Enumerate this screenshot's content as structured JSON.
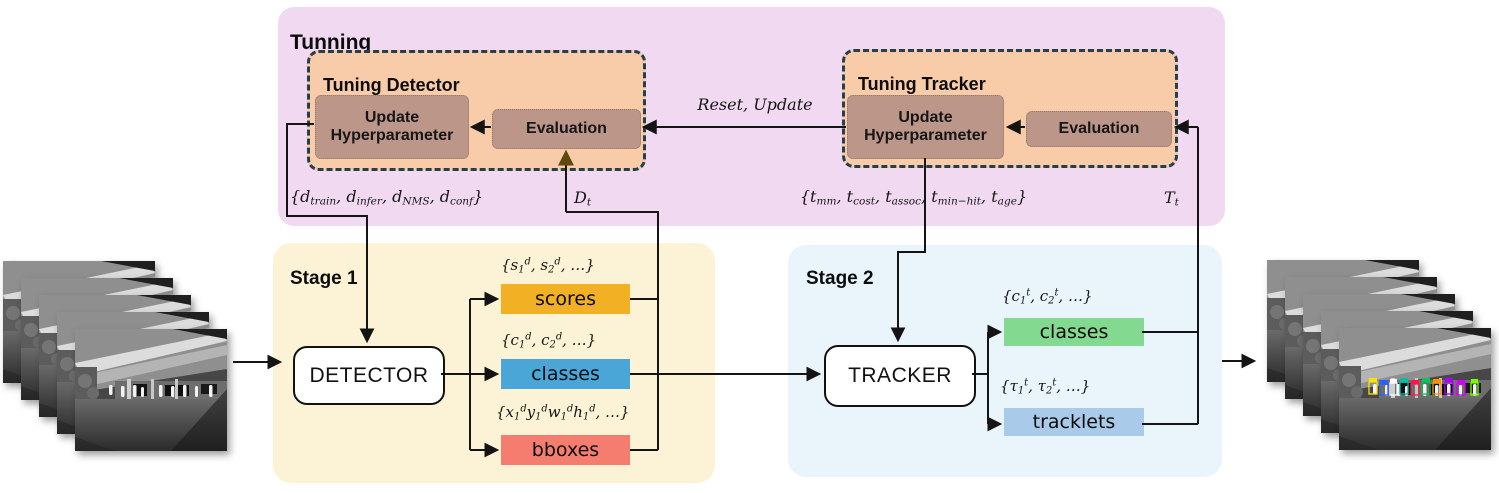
{
  "tuning": {
    "title": "Tunning",
    "detector_panel": {
      "title": "Tuning Detector",
      "update_button": "Update Hyperparameter",
      "evaluation": "Evaluation"
    },
    "tracker_panel": {
      "title": "Tuning Tracker",
      "update_button": "Update Hyperparameter",
      "evaluation": "Evaluation"
    },
    "reset_update_label": "Reset, Update",
    "detector_hyperparams_html": "{d<sub>train</sub>, d<sub>infer</sub>, d<sub>NMS</sub>, d<sub>conf</sub>}",
    "detections_symbol_html": "D<sub>t</sub>",
    "tracker_hyperparams_html": "{t<sub>mm</sub>, t<sub>cost</sub>, t<sub>assoc</sub>, t<sub>min−hit</sub>, t<sub>age</sub>}",
    "tracks_symbol_html": "T<sub>t</sub>"
  },
  "stage1": {
    "title": "Stage 1",
    "node_label": "DETECTOR",
    "outputs": [
      {
        "label": "scores",
        "formula_html": "{s<sub>1</sub><sup>d</sup>, s<sub>2</sub><sup>d</sup>, …}",
        "color": "#F2B124"
      },
      {
        "label": "classes",
        "formula_html": "{c<sub>1</sub><sup>d</sup>, c<sub>2</sub><sup>d</sup>, …}",
        "color": "#4BA6D8"
      },
      {
        "label": "bboxes",
        "formula_html": "{x<sub>1</sub><sup>d</sup>y<sub>1</sub><sup>d</sup>w<sub>1</sub><sup>d</sup>h<sub>1</sub><sup>d</sup>, …}",
        "color": "#F57D6F"
      }
    ]
  },
  "stage2": {
    "title": "Stage 2",
    "node_label": "TRACKER",
    "outputs": [
      {
        "label": "classes",
        "formula_html": "{c<sub>1</sub><sup>t</sup>, c<sub>2</sub><sup>t</sup>, …}",
        "color": "#82D98F"
      },
      {
        "label": "tracklets",
        "formula_html": "{τ<sub>1</sub><sup>t</sup>, τ<sub>2</sub><sup>t</sup>, …}",
        "color": "#A9CBE9"
      }
    ]
  },
  "images": {
    "input_description": "stack of 5 thermal infrared frames",
    "output_description": "stack of 5 thermal infrared frames with colored tracking bounding boxes",
    "tracked_bbox_colors": [
      "#FFE100",
      "#2962FF",
      "#FFFFFF",
      "#00BFA5",
      "#FF1744",
      "#00C853",
      "#FF9100",
      "#AA00FF",
      "#D500F9",
      "#76FF03"
    ]
  },
  "palette": {
    "tuning_bg": "#F2D9F2",
    "tuning_panel_bg": "#F8CBA9",
    "tuning_node_bg": "#BC9689",
    "stage1_bg": "#FCF3D6",
    "stage2_bg": "#EAF4FB",
    "line": "#141414",
    "dashed_border": "#24404F"
  }
}
